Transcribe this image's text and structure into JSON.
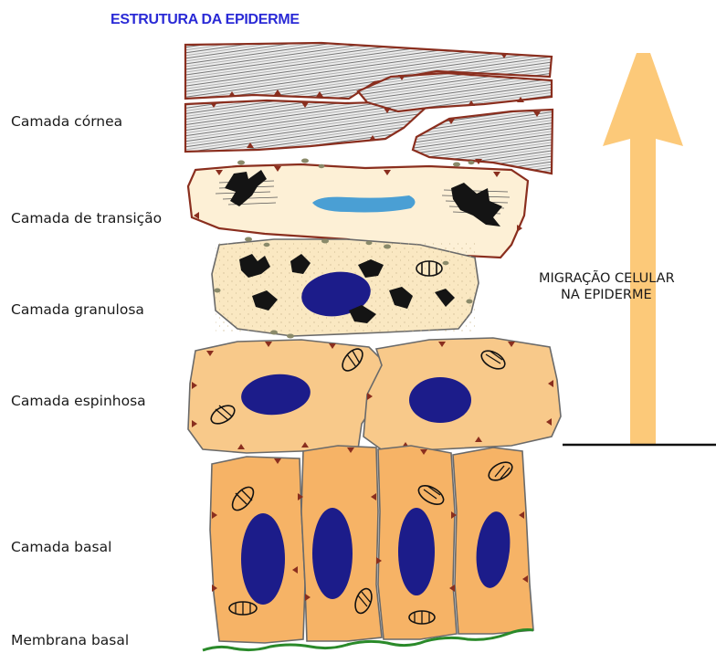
{
  "title": "ESTRUTURA DA EPIDERME",
  "layers": {
    "cornea": "Camada córnea",
    "transicao": "Camada de transição",
    "granulosa": "Camada granulosa",
    "espinhosa": "Camada espinhosa",
    "basal": "Camada basal",
    "membrana": "Membrana basal"
  },
  "migration": {
    "line1": "MIGRAÇÃO CELULAR",
    "line2": "NA EPIDERME"
  },
  "colors": {
    "title": "#2a2ad6",
    "nucleus": "#1c1c8a",
    "granulosa_fill": "#fae8c2",
    "transicao_fill": "#fdf0d6",
    "espinhosa_fill": "#f8c98a",
    "basal_fill": "#f6b366",
    "cell_border": "#8a2e1e",
    "arrow": "#fcc979",
    "membrane": "#2a8a2a",
    "transition_nucleus": "#4a9fd4"
  }
}
